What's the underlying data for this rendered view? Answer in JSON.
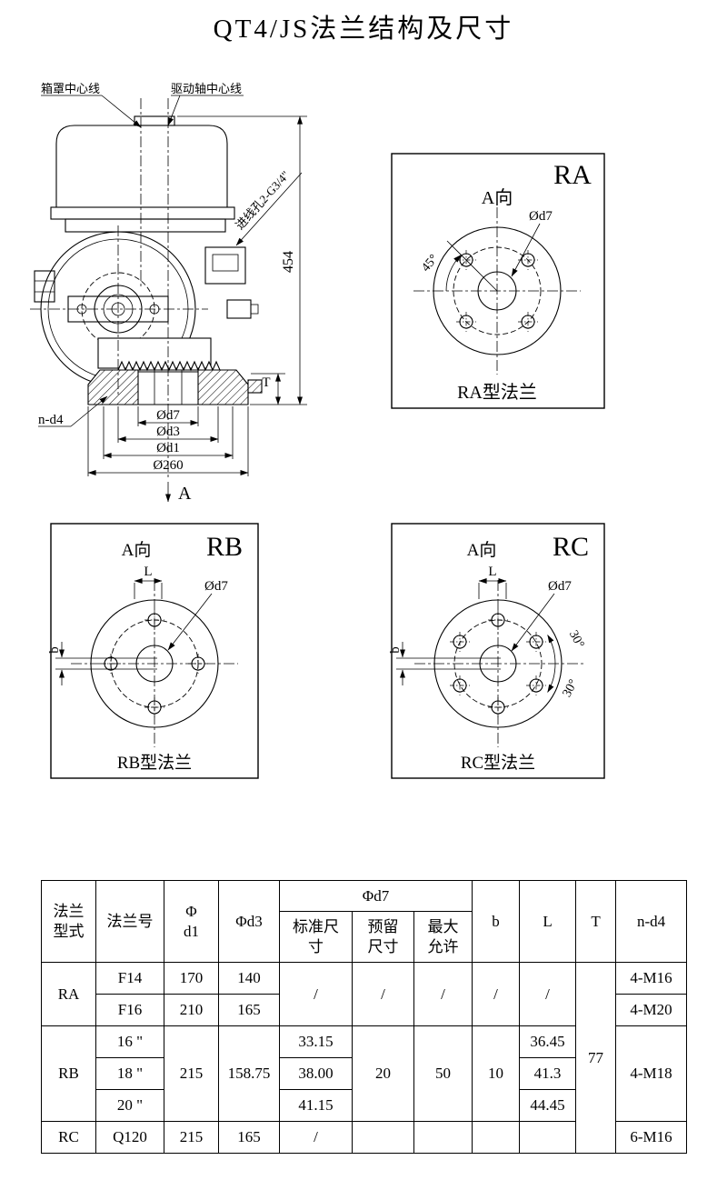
{
  "page": {
    "title": "QT4/JS法兰结构及尺寸"
  },
  "main_drawing": {
    "cover_centerline": "箱罩中心线",
    "shaft_centerline": "驱动轴中心线",
    "inlet_hole": "进线孔2-G3/4\"",
    "dim_height": "454",
    "dim_thickness": "T",
    "bolt_note": "n-d4",
    "dim_d7": "Ød7",
    "dim_d3": "Ød3",
    "dim_d1": "Ød1",
    "dim_outer": "Ø260",
    "view_letter": "A"
  },
  "view_ra": {
    "tag": "RA",
    "direction": "A向",
    "d7": "Ød7",
    "angle": "45°",
    "caption": "RA型法兰"
  },
  "view_rb": {
    "tag": "RB",
    "direction": "A向",
    "dim_l": "L",
    "dim_b": "b",
    "d7": "Ød7",
    "caption": "RB型法兰"
  },
  "view_rc": {
    "tag": "RC",
    "direction": "A向",
    "dim_l": "L",
    "dim_b": "b",
    "d7": "Ød7",
    "angle_top": "30°",
    "angle_bottom": "30°",
    "caption": "RC型法兰"
  },
  "table": {
    "header": {
      "flange_type": "法兰\n型式",
      "flange_no": "法兰号",
      "d1": "Φ\nd1",
      "d3": "Φd3",
      "d7_group": "Φd7",
      "d7_standard": "标准尺\n寸",
      "d7_reserved": "预留\n尺寸",
      "d7_max": "最大\n允许",
      "b": "b",
      "l": "L",
      "t": "T",
      "nd4": "n-d4"
    },
    "ra": {
      "type": "RA",
      "row1": {
        "no": "F14",
        "d1": "170",
        "d3": "140",
        "nd4": "4-M16"
      },
      "row2": {
        "no": "F16",
        "d1": "210",
        "d3": "165",
        "nd4": "4-M20"
      },
      "d7_standard": "/",
      "d7_reserved": "/",
      "d7_max": "/",
      "b": "/",
      "l": "/"
    },
    "rb": {
      "type": "RB",
      "d1": "215",
      "d3": "158.75",
      "d7_reserved": "20",
      "d7_max": "50",
      "b": "10",
      "nd4": "4-M18",
      "row1": {
        "no": "16 \"",
        "d7_standard": "33.15",
        "l": "36.45"
      },
      "row2": {
        "no": "18 \"",
        "d7_standard": "38.00",
        "l": "41.3"
      },
      "row3": {
        "no": "20 \"",
        "d7_standard": "41.15",
        "l": "44.45"
      }
    },
    "rc": {
      "type": "RC",
      "no": "Q120",
      "d1": "215",
      "d3": "165",
      "d7_standard": "/",
      "d7_reserved": "",
      "d7_max": "",
      "b": "",
      "l": "",
      "nd4": "6-M16"
    },
    "t_value": "77"
  }
}
